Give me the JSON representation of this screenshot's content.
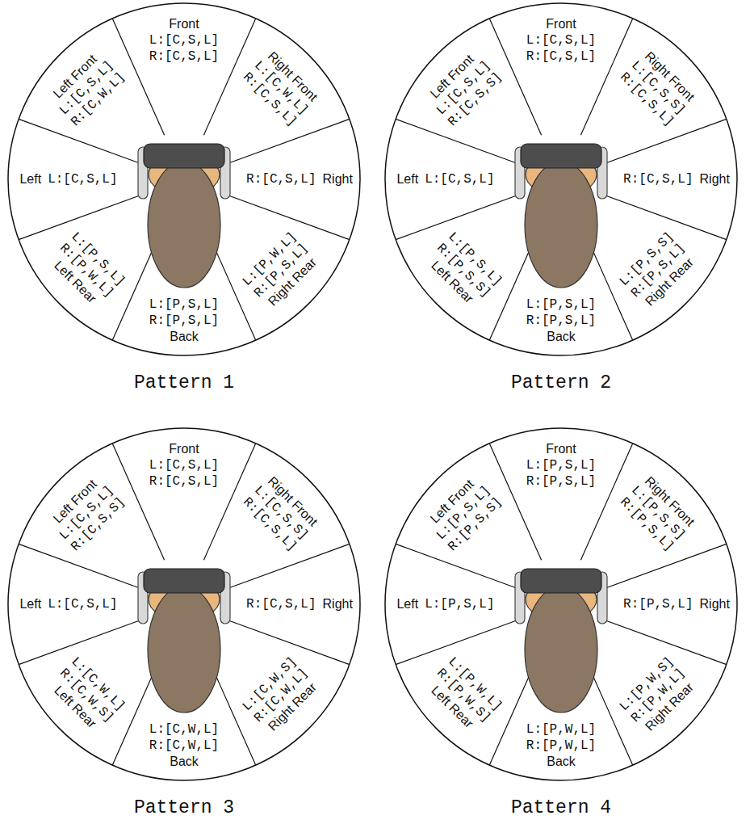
{
  "diagram": {
    "nodes": [
      {
        "text": [
          "Pattern 1"
        ]
      },
      {
        "text": [
          "Front",
          "L:[C,S,L]",
          "R:[C,S,L]"
        ],
        "in": 0
      },
      {
        "text": [
          "Left Front",
          "L:[C,S,L]",
          "R:[C,W,L]"
        ],
        "in": 0
      },
      {
        "text": [
          "Right Front",
          "L:[C,W,L]",
          "R:[C,S,L]"
        ],
        "in": 0
      },
      {
        "text": [
          "Left",
          "L:[C,S,L]"
        ],
        "in": 0
      },
      {
        "text": [
          "R:[C,S,L]",
          "Right"
        ],
        "in": 0
      },
      {
        "text": [
          "L:[P,S,L]",
          "R:[P,W,L]",
          "Left Rear"
        ],
        "in": 0
      },
      {
        "text": [
          "L:[P,W,L]",
          "R:[P,S,L]",
          "Right Rear"
        ],
        "in": 0
      },
      {
        "text": [
          "L:[P,S,L]",
          "R:[P,S,L]",
          "Back"
        ],
        "in": 0
      },
      {
        "text": [
          "Pattern 2"
        ]
      },
      {
        "text": [
          "Front",
          "L:[C,S,L]",
          "R:[C,S,L]"
        ],
        "in": 9
      },
      {
        "text": [
          "Left Front",
          "L:[C,S,L]",
          "R:[C,S,S]"
        ],
        "in": 9
      },
      {
        "text": [
          "Right Front",
          "L:[C,S,S]",
          "R:[C,S,L]"
        ],
        "in": 9
      },
      {
        "text": [
          "Left",
          "L:[C,S,L]"
        ],
        "in": 9
      },
      {
        "text": [
          "R:[C,S,L]",
          "Right"
        ],
        "in": 9
      },
      {
        "text": [
          "L:[P,S,L]",
          "R:[P,S,S]",
          "Left Rear"
        ],
        "in": 9
      },
      {
        "text": [
          "L:[P,S,S]",
          "R:[P,S,L]",
          "Right Rear"
        ],
        "in": 9
      },
      {
        "text": [
          "L:[P,S,L]",
          "R:[P,S,L]",
          "Back"
        ],
        "in": 9
      },
      {
        "text": [
          "Pattern 3"
        ]
      },
      {
        "text": [
          "Front",
          "L:[C,S,L]",
          "R:[C,S,L]"
        ],
        "in": 18
      },
      {
        "text": [
          "Left Front",
          "L:[C,S,L]",
          "R:[C,S,S]"
        ],
        "in": 18
      },
      {
        "text": [
          "Right Front",
          "L:[C,S,S]",
          "R:[C,S,L]"
        ],
        "in": 18
      },
      {
        "text": [
          "Left",
          "L:[C,S,L]"
        ],
        "in": 18
      },
      {
        "text": [
          "R:[C,S,L]",
          "Right"
        ],
        "in": 18
      },
      {
        "text": [
          "L:[C,W,L]",
          "R:[C,W,S]",
          "Left Rear"
        ],
        "in": 18
      },
      {
        "text": [
          "L:[C,W,S]",
          "R:[C,W,L]",
          "Right Rear"
        ],
        "in": 18
      },
      {
        "text": [
          "L:[C,W,L]",
          "R:[C,W,L]",
          "Back"
        ],
        "in": 18
      },
      {
        "text": [
          "Pattern 4"
        ]
      },
      {
        "text": [
          "Front",
          "L:[P,S,L]",
          "R:[P,S,L]"
        ],
        "in": 27
      },
      {
        "text": [
          "Left Front",
          "L:[P,S,L]",
          "R:[P,S,S]"
        ],
        "in": 27
      },
      {
        "text": [
          "Right Front",
          "L:[P,S,S]",
          "R:[P,S,L]"
        ],
        "in": 27
      },
      {
        "text": [
          "Left",
          "L:[P,S,L]"
        ],
        "in": 27
      },
      {
        "text": [
          "R:[P,S,L]",
          "Right"
        ],
        "in": 27
      },
      {
        "text": [
          "L:[P,W,L]",
          "R:[P,W,S]",
          "Left Rear"
        ],
        "in": 27
      },
      {
        "text": [
          "L:[P,W,S]",
          "R:[P,W,L]",
          "Right Rear"
        ],
        "in": 27
      },
      {
        "text": [
          "L:[P,W,L]",
          "R:[P,W,L]",
          "Back"
        ],
        "in": 27
      }
    ]
  }
}
